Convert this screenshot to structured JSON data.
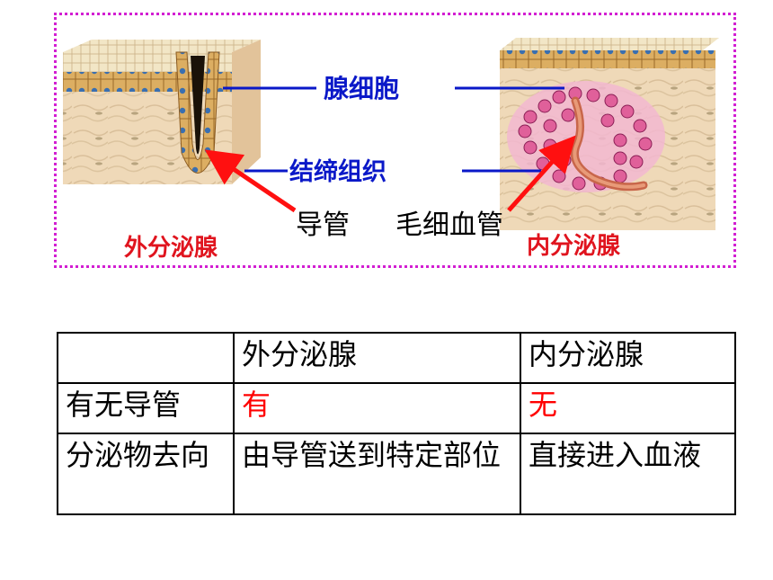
{
  "figure": {
    "label_gland_cell": "腺细胞",
    "label_connective_tissue": "结缔组织",
    "label_exocrine": "外分泌腺",
    "label_endocrine": "内分泌腺",
    "callout_duct": "导管",
    "callout_capillary": "毛细血管",
    "colors": {
      "border": "#d21fd2",
      "label_blue": "#0a18c8",
      "label_red": "#e0141e",
      "arrow": "#ff1010"
    }
  },
  "table": {
    "header": [
      "",
      "外分泌腺",
      "内分泌腺"
    ],
    "rows": [
      {
        "label": "有无导管",
        "exocrine": "有",
        "endocrine": "无"
      },
      {
        "label": "分泌物去向",
        "exocrine": "由导管送到特定部位",
        "endocrine": "直接进入血液"
      }
    ],
    "colors": {
      "highlight": "#ff0000"
    }
  }
}
